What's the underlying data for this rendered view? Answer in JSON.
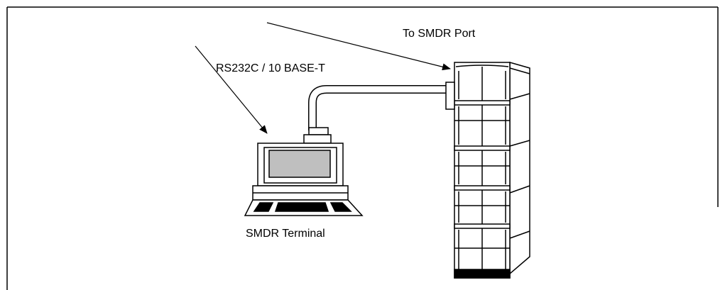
{
  "diagram": {
    "labels": {
      "smdr_port": "To SMDR Port",
      "interface": "RS232C / 10 BASE-T",
      "terminal": "SMDR Terminal"
    },
    "icons": {
      "terminal": "computer-terminal-icon",
      "cabinet": "pbx-cabinet-icon",
      "cable": "cable-icon"
    },
    "colors": {
      "stroke": "#000000",
      "screen_fill": "#bfbfbf",
      "background": "#ffffff"
    }
  }
}
